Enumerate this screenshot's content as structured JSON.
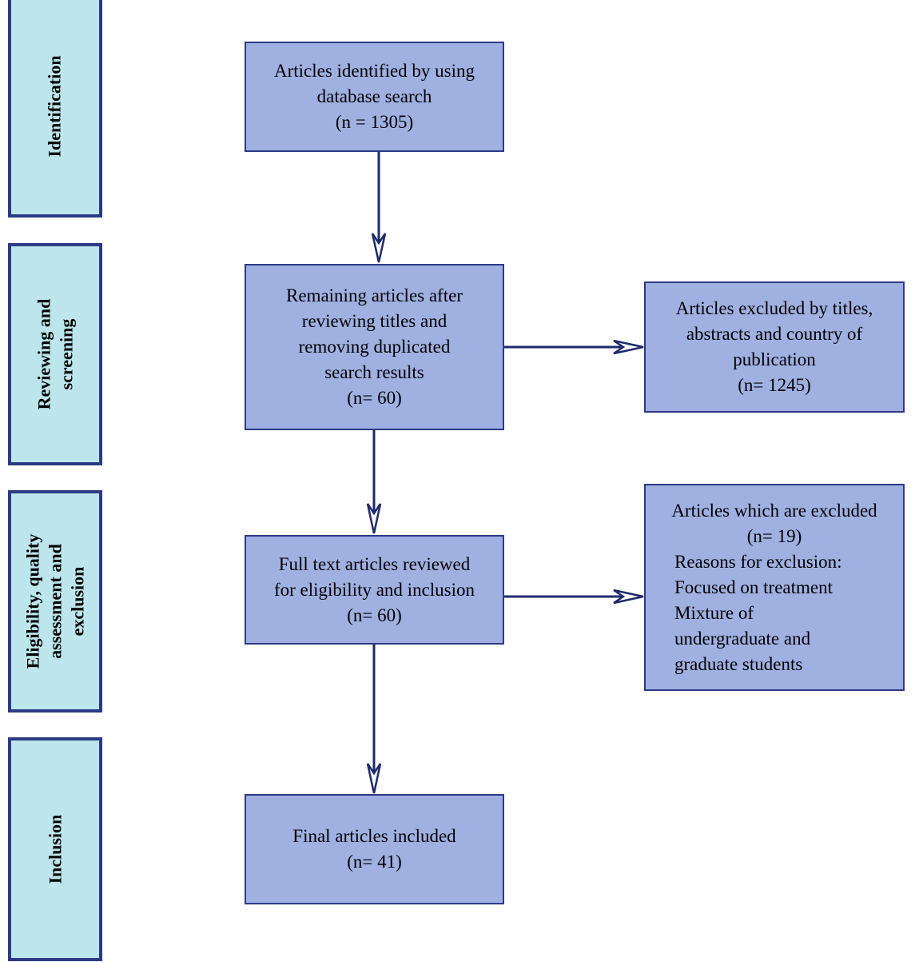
{
  "stages": {
    "identification": "Identification",
    "reviewing": "Reviewing and\nscreening",
    "eligibility": "Eligibility, quality\nassessment and\nexclusion",
    "inclusion": "Inclusion"
  },
  "boxes": {
    "identified": {
      "line1": "Articles identified by using",
      "line2": "database search",
      "line3": "(n = 1305)"
    },
    "remaining": {
      "line1": "Remaining articles after",
      "line2": "reviewing titles and",
      "line3": "removing duplicated",
      "line4": "search results",
      "line5": "(n= 60)"
    },
    "excluded_titles": {
      "line1": "Articles excluded by titles,",
      "line2": "abstracts and country of",
      "line3": "publication",
      "line4": "(n= 1245)"
    },
    "full_text": {
      "line1": "Full text articles reviewed",
      "line2": "for eligibility and inclusion",
      "line3": "(n= 60)"
    },
    "excluded_full": {
      "line1": "Articles which are excluded",
      "line2": "(n= 19)",
      "reasons_title": "Reasons for exclusion:",
      "reason1": "Focused on treatment",
      "reason2": "Mixture of",
      "reason3": "undergraduate and",
      "reason4": "graduate students"
    },
    "final": {
      "line1": "Final articles included",
      "line2": "(n= 41)"
    }
  },
  "colors": {
    "stage_fill": "#bde6ec",
    "box_fill": "#9fb0e1",
    "outline": "#2c3a86",
    "arrow": "#1f2a6b"
  }
}
